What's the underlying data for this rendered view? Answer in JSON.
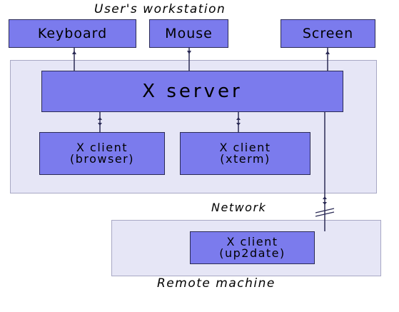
{
  "top_caption": "User's workstation",
  "devices": {
    "keyboard": "Keyboard",
    "mouse": "Mouse",
    "screen": "Screen"
  },
  "x_server": "X server",
  "clients": {
    "browser": "X client\n(browser)",
    "xterm": "X client\n(xterm)",
    "up2date": "X client\n(up2date)"
  },
  "network_label": "Network",
  "bottom_caption": "Remote machine",
  "colors": {
    "box_fill": "#7b7bed",
    "panel_fill": "#e6e6f6",
    "border": "#2b2b55"
  }
}
